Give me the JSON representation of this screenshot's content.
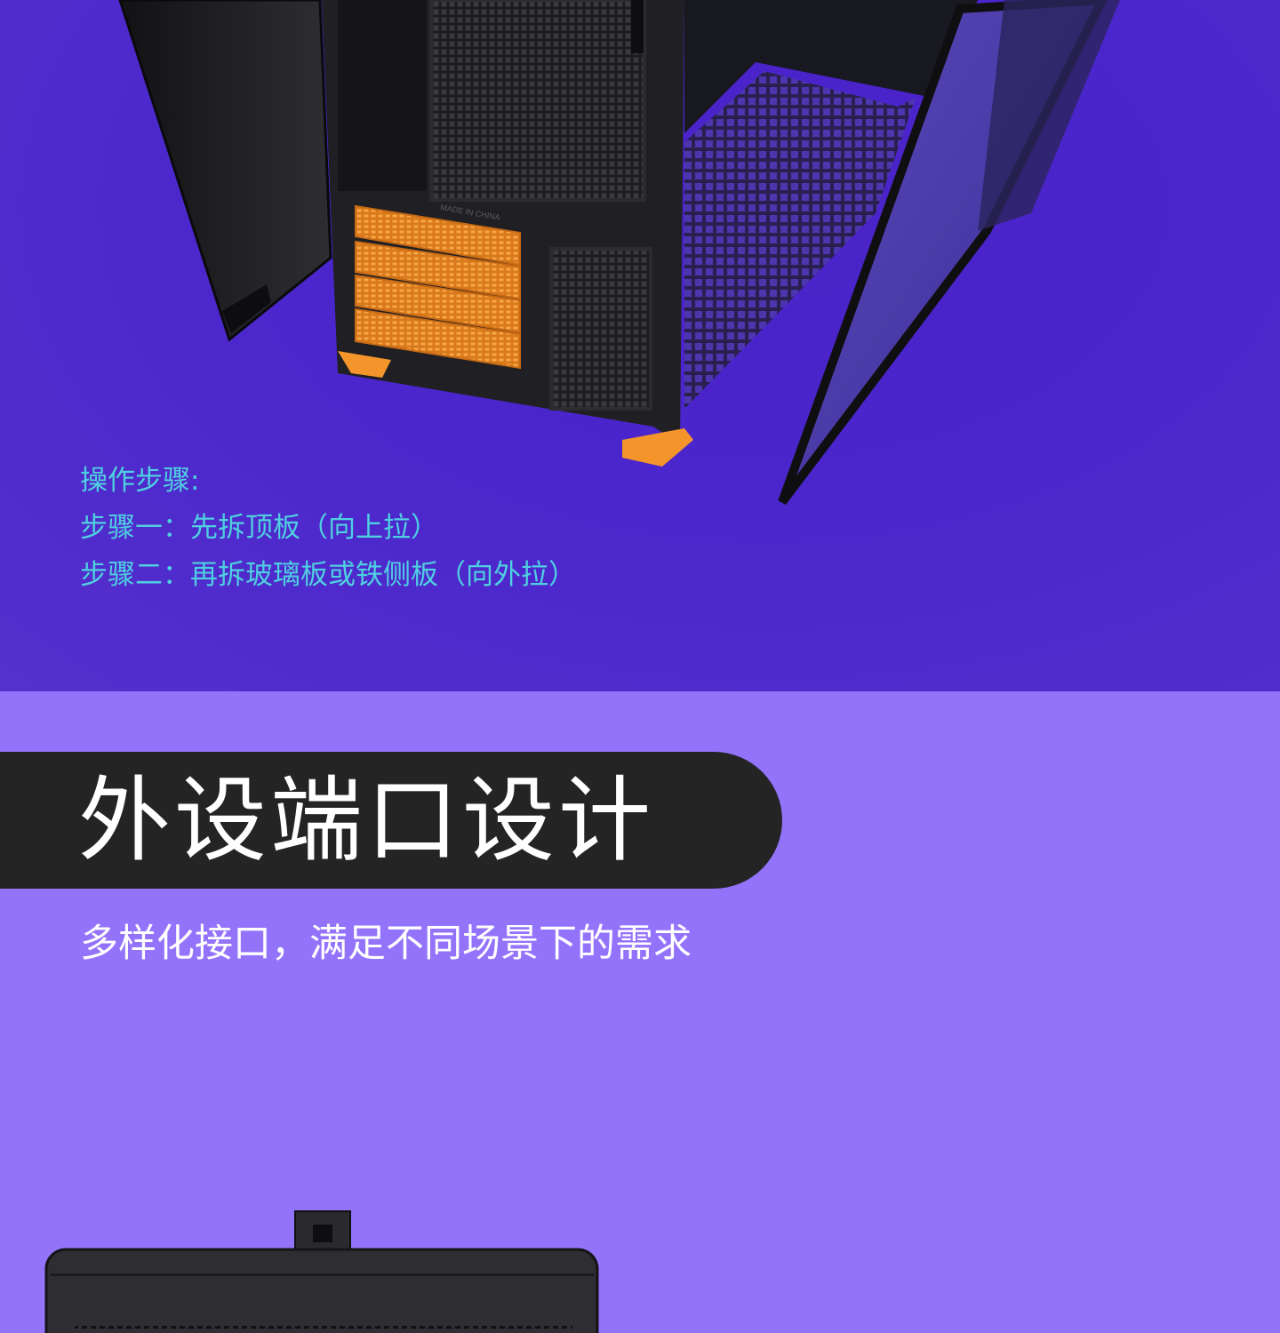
{
  "steps": {
    "heading": "操作步骤:",
    "step1": "步骤一：先拆顶板（向上拉）",
    "step2": "步骤二：再拆玻璃板或铁侧板（向外拉）"
  },
  "case_label": "MADE IN CHINA",
  "section": {
    "title": "外设端口设计",
    "subtitle": "多样化接口，满足不同场景下的需求"
  },
  "colors": {
    "top_bg": "#4a26cc",
    "bottom_bg": "#9473fb",
    "accent_orange": "#f4952c",
    "steps_text": "#4fd0e0",
    "title_pill": "#242424"
  }
}
